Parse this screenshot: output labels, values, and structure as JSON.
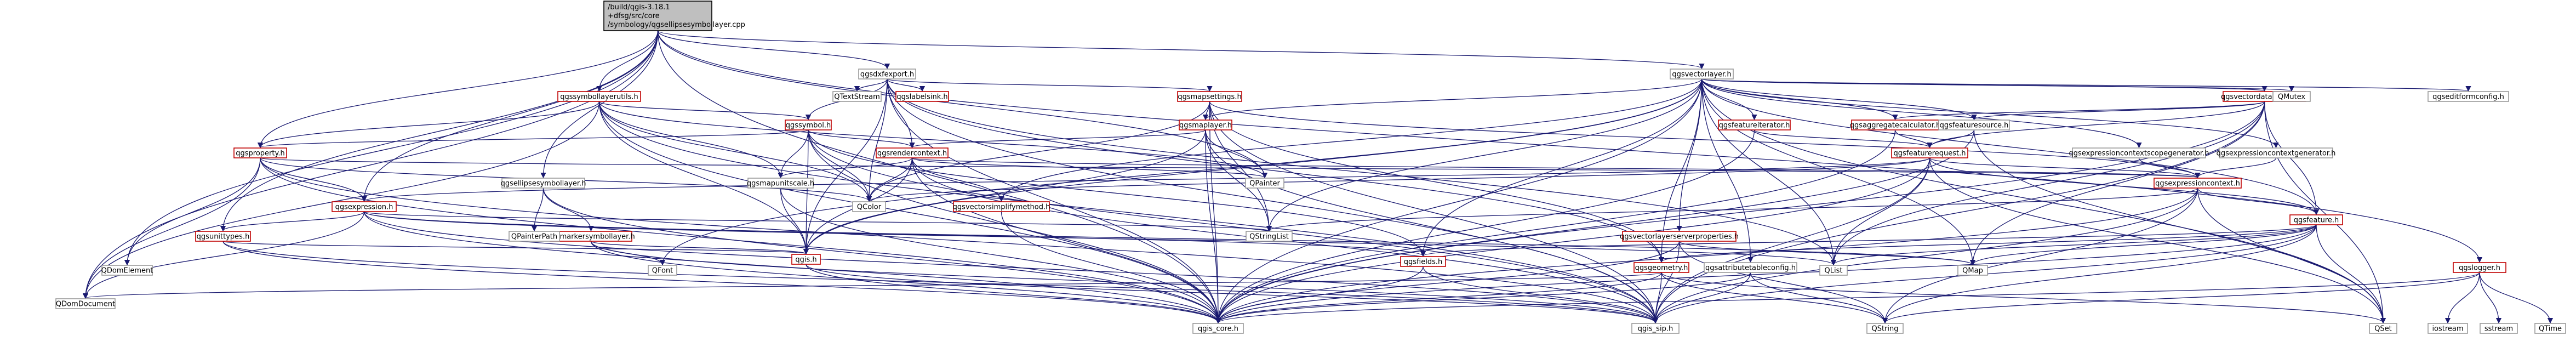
{
  "root": {
    "lines": [
      "/build/qgis-3.18.1",
      "+dfsg/src/core",
      "/symbology/qgsellipsesymbollayer.cpp"
    ]
  },
  "nodes": [
    {
      "id": "root",
      "label": "/build/qgis-3.18.1",
      "kind": "root"
    },
    {
      "id": "qgsvectorlayer",
      "label": "qgsvectorlayer.h",
      "kind": "black"
    },
    {
      "id": "qgsdxfexport",
      "label": "qgsdxfexport.h",
      "kind": "black"
    },
    {
      "id": "qgssymbollayerutils",
      "label": "qgssymbollayerutils.h",
      "kind": "red"
    },
    {
      "id": "qgsproperty",
      "label": "qgsproperty.h",
      "kind": "red"
    },
    {
      "id": "qgsunittypes",
      "label": "qgsunittypes.h",
      "kind": "red"
    },
    {
      "id": "qgsexpression",
      "label": "qgsexpression.h",
      "kind": "red"
    },
    {
      "id": "qgsellipsesymbollayer",
      "label": "qgsellipsesymbollayer.h",
      "kind": "black"
    },
    {
      "id": "qgsmarkersymbollayer",
      "label": "qgsmarkersymbollayer.h",
      "kind": "red"
    },
    {
      "id": "qgssymbol",
      "label": "qgssymbol.h",
      "kind": "red"
    },
    {
      "id": "qgsmapunitscale",
      "label": "qgsmapunitscale.h",
      "kind": "black"
    },
    {
      "id": "qgsrendercontext",
      "label": "qgsrendercontext.h",
      "kind": "red"
    },
    {
      "id": "qgsvectorsimplifymethod",
      "label": "qgsvectorsimplifymethod.h",
      "kind": "red"
    },
    {
      "id": "qgsmapsettings",
      "label": "qgsmapsettings.h",
      "kind": "red"
    },
    {
      "id": "qgsmaplayer",
      "label": "qgsmaplayer.h",
      "kind": "red"
    },
    {
      "id": "qgslabelsink",
      "label": "qgslabelsink.h",
      "kind": "red"
    },
    {
      "id": "qgsfeatureiterator",
      "label": "qgsfeatureiterator.h",
      "kind": "red"
    },
    {
      "id": "qgsaggregatecalculator",
      "label": "qgsaggregatecalculator.h",
      "kind": "red"
    },
    {
      "id": "qgsfeaturesource",
      "label": "qgsfeaturesource.h",
      "kind": "black"
    },
    {
      "id": "qgsfeaturerequest",
      "label": "qgsfeaturerequest.h",
      "kind": "red"
    },
    {
      "id": "qgsexprctxscopegen",
      "label": "qgsexpressioncontextscopegenerator.h",
      "kind": "black"
    },
    {
      "id": "qgsexprctxgen",
      "label": "qgsexpressioncontextgenerator.h",
      "kind": "black"
    },
    {
      "id": "qgsexpressioncontext",
      "label": "qgsexpressioncontext.h",
      "kind": "red"
    },
    {
      "id": "qgsvectordataprovider",
      "label": "qgsvectordataprovider.h",
      "kind": "red"
    },
    {
      "id": "qgsfeature",
      "label": "qgsfeature.h",
      "kind": "red"
    },
    {
      "id": "qgsvectorlayerserverproperties",
      "label": "qgsvectorlayerserverproperties.h",
      "kind": "red"
    },
    {
      "id": "qgsfields",
      "label": "qgsfields.h",
      "kind": "red"
    },
    {
      "id": "qgsgeometry",
      "label": "qgsgeometry.h",
      "kind": "red"
    },
    {
      "id": "qgsattributetableconfig",
      "label": "qgsattributetableconfig.h",
      "kind": "black"
    },
    {
      "id": "qgis",
      "label": "qgis.h",
      "kind": "red"
    },
    {
      "id": "qgslogger",
      "label": "qgslogger.h",
      "kind": "red"
    },
    {
      "id": "qgseditformconfig",
      "label": "qgseditformconfig.h",
      "kind": "black"
    },
    {
      "id": "QMutex",
      "label": "QMutex",
      "kind": "black"
    },
    {
      "id": "QTextStream",
      "label": "QTextStream",
      "kind": "black"
    },
    {
      "id": "QPainter",
      "label": "QPainter",
      "kind": "black"
    },
    {
      "id": "QColor",
      "label": "QColor",
      "kind": "black"
    },
    {
      "id": "QStringList",
      "label": "QStringList",
      "kind": "black"
    },
    {
      "id": "QFont",
      "label": "QFont",
      "kind": "black"
    },
    {
      "id": "QPainterPath",
      "label": "QPainterPath",
      "kind": "black"
    },
    {
      "id": "QDomElement",
      "label": "QDomElement",
      "kind": "black"
    },
    {
      "id": "QDomDocument",
      "label": "QDomDocument",
      "kind": "black"
    },
    {
      "id": "QList",
      "label": "QList",
      "kind": "black"
    },
    {
      "id": "QMap",
      "label": "QMap",
      "kind": "black"
    },
    {
      "id": "QSet",
      "label": "QSet",
      "kind": "black"
    },
    {
      "id": "QString",
      "label": "QString",
      "kind": "black"
    },
    {
      "id": "qgis_core",
      "label": "qgis_core.h",
      "kind": "black"
    },
    {
      "id": "qgis_sip",
      "label": "qgis_sip.h",
      "kind": "black"
    },
    {
      "id": "iostream",
      "label": "iostream",
      "kind": "black"
    },
    {
      "id": "sstream",
      "label": "sstream",
      "kind": "black"
    },
    {
      "id": "QTime",
      "label": "QTime",
      "kind": "black"
    }
  ],
  "edges": [
    [
      "root",
      "qgsvectorlayer"
    ],
    [
      "root",
      "qgsdxfexport"
    ],
    [
      "root",
      "qgssymbollayerutils"
    ],
    [
      "root",
      "qgsproperty"
    ],
    [
      "root",
      "qgsunittypes"
    ],
    [
      "root",
      "qgsexpression"
    ],
    [
      "root",
      "qgsellipsesymbollayer"
    ],
    [
      "root",
      "QPainter"
    ],
    [
      "root",
      "QDomDocument"
    ],
    [
      "root",
      "QDomElement"
    ],
    [
      "root",
      "qgslogger"
    ],
    [
      "root",
      "qgis_core"
    ],
    [
      "qgsvectorlayer",
      "qgis_core"
    ],
    [
      "qgsvectorlayer",
      "QMutex"
    ],
    [
      "qgsvectorlayer",
      "qgseditformconfig"
    ],
    [
      "qgsvectorlayer",
      "qgsvectordataprovider"
    ],
    [
      "qgsvectorlayer",
      "qgsmaplayer"
    ],
    [
      "qgsvectorlayer",
      "qgsfeatureiterator"
    ],
    [
      "qgsvectorlayer",
      "qgsaggregatecalculator"
    ],
    [
      "qgsvectorlayer",
      "qgsfeaturesource"
    ],
    [
      "qgsvectorlayer",
      "qgsexprctxscopegen"
    ],
    [
      "qgsvectorlayer",
      "qgsexprctxgen"
    ],
    [
      "qgsvectorlayer",
      "qgsfields"
    ],
    [
      "qgsvectorlayer",
      "qgsgeometry"
    ],
    [
      "qgsvectorlayer",
      "qgsvectorlayerserverproperties"
    ],
    [
      "qgsvectorlayer",
      "qgsattributetableconfig"
    ],
    [
      "qgsvectorlayer",
      "QList"
    ],
    [
      "qgsvectorlayer",
      "QMap"
    ],
    [
      "qgsvectorlayer",
      "QSet"
    ],
    [
      "qgsvectorlayer",
      "QStringList"
    ],
    [
      "qgsvectorlayer",
      "QFont"
    ],
    [
      "qgsvectorlayer",
      "qgsfeature"
    ],
    [
      "qgsvectorlayer",
      "qgis"
    ],
    [
      "qgsvectorlayer",
      "qgsvectorsimplifymethod"
    ],
    [
      "qgsdxfexport",
      "qgis_core"
    ],
    [
      "qgsdxfexport",
      "QTextStream"
    ],
    [
      "qgsdxfexport",
      "qgslabelsink"
    ],
    [
      "qgsdxfexport",
      "qgsmapsettings"
    ],
    [
      "qgsdxfexport",
      "qgssymbol"
    ],
    [
      "qgsdxfexport",
      "qgsgeometry"
    ],
    [
      "qgsdxfexport",
      "qgsrendercontext"
    ],
    [
      "qgsdxfexport",
      "QColor"
    ],
    [
      "qgsdxfexport",
      "QList"
    ],
    [
      "qgsdxfexport",
      "qgis_sip"
    ],
    [
      "qgsdxfexport",
      "qgis"
    ],
    [
      "qgssymbollayerutils",
      "qgis_core"
    ],
    [
      "qgssymbollayerutils",
      "qgssymbol"
    ],
    [
      "qgssymbollayerutils",
      "QColor"
    ],
    [
      "qgssymbollayerutils",
      "QPainter"
    ],
    [
      "qgssymbollayerutils",
      "qgsmapunitscale"
    ],
    [
      "qgssymbollayerutils",
      "qgis"
    ],
    [
      "qgssymbollayerutils",
      "qgis_sip"
    ],
    [
      "qgssymbollayerutils",
      "qgsproperty"
    ],
    [
      "qgssymbollayerutils",
      "QDomDocument"
    ],
    [
      "qgsproperty",
      "qgis_core"
    ],
    [
      "qgsproperty",
      "qgsexpression"
    ],
    [
      "qgsproperty",
      "QDomElement"
    ],
    [
      "qgsproperty",
      "QDomDocument"
    ],
    [
      "qgsproperty",
      "QColor"
    ],
    [
      "qgsproperty",
      "QVariant"
    ],
    [
      "qgsproperty",
      "qgsexpressioncontext"
    ],
    [
      "qgsproperty",
      "qgis_sip"
    ],
    [
      "qgsunittypes",
      "qgis_core"
    ],
    [
      "qgsunittypes",
      "qgis_sip"
    ],
    [
      "qgsunittypes",
      "qgis"
    ],
    [
      "qgsexpression",
      "qgis_core"
    ],
    [
      "qgsexpression",
      "QStringList"
    ],
    [
      "qgsexpression",
      "qgsunittypes"
    ],
    [
      "qgsexpression",
      "qgsfields"
    ],
    [
      "qgsexpression",
      "QList"
    ],
    [
      "qgsexpression",
      "QDomDocument"
    ],
    [
      "qgsexpression",
      "qgis_sip"
    ],
    [
      "qgsexpression",
      "QMap"
    ],
    [
      "qgsellipsesymbollayer",
      "qgis_core"
    ],
    [
      "qgsellipsesymbollayer",
      "qgsmarkersymbollayer"
    ],
    [
      "qgsellipsesymbollayer",
      "QPainterPath"
    ],
    [
      "qgsmarkersymbollayer",
      "qgis_core"
    ],
    [
      "qgsmarkersymbollayer",
      "QFont"
    ],
    [
      "qgsmarkersymbollayer",
      "qgis"
    ],
    [
      "qgsmarkersymbollayer",
      "qgis_sip"
    ],
    [
      "qgssymbol",
      "qgis_core"
    ],
    [
      "qgssymbol",
      "qgis"
    ],
    [
      "qgssymbol",
      "QColor"
    ],
    [
      "qgssymbol",
      "qgsmapunitscale"
    ],
    [
      "qgssymbol",
      "qgsrendercontext"
    ],
    [
      "qgssymbol",
      "qgsfields"
    ],
    [
      "qgssymbol",
      "qgis_sip"
    ],
    [
      "qgssymbol",
      "qgsproperty"
    ],
    [
      "qgsmapunitscale",
      "qgis_core"
    ],
    [
      "qgsmapunitscale",
      "qgis"
    ],
    [
      "qgsrendercontext",
      "qgis_core"
    ],
    [
      "qgsrendercontext",
      "QColor"
    ],
    [
      "qgsrendercontext",
      "QPainter"
    ],
    [
      "qgsrendercontext",
      "qgsvectorsimplifymethod"
    ],
    [
      "qgsrendercontext",
      "qgsexpressioncontext"
    ],
    [
      "qgsrendercontext",
      "qgsmapunitscale"
    ],
    [
      "qgsrendercontext",
      "qgis_sip"
    ],
    [
      "qgsrendercontext",
      "qgis"
    ],
    [
      "qgsvectorsimplifymethod",
      "qgis_core"
    ],
    [
      "qgsmapsettings",
      "qgis_core"
    ],
    [
      "qgsmapsettings",
      "QColor"
    ],
    [
      "qgsmapsettings",
      "qgsmaplayer"
    ],
    [
      "qgsmapsettings",
      "qgsgeometry"
    ],
    [
      "qgsmapsettings",
      "qgsexpressioncontext"
    ],
    [
      "qgsmapsettings",
      "qgis_sip"
    ],
    [
      "qgsmapsettings",
      "QStringList"
    ],
    [
      "qgsmaplayer",
      "qgis_core"
    ],
    [
      "qgsmaplayer",
      "QPainter"
    ],
    [
      "qgsmaplayer",
      "QStringList"
    ],
    [
      "qgsmaplayer",
      "qgis_sip"
    ],
    [
      "qgsmaplayer",
      "qgsrendercontext"
    ],
    [
      "qgsmaplayer",
      "qgis"
    ],
    [
      "qgsfeatureiterator",
      "qgsfeaturerequest"
    ],
    [
      "qgsfeatureiterator",
      "qgis_core"
    ],
    [
      "qgsaggregatecalculator",
      "qgis_core"
    ],
    [
      "qgsaggregatecalculator",
      "qgsfeaturerequest"
    ],
    [
      "qgsfeaturesource",
      "qgis_core"
    ],
    [
      "qgsfeaturesource",
      "qgsfeaturerequest"
    ],
    [
      "qgsfeaturesource",
      "QSet"
    ],
    [
      "qgsfeaturerequest",
      "qgis_core"
    ],
    [
      "qgsfeaturerequest",
      "qgsexpression"
    ],
    [
      "qgsfeaturerequest",
      "qgsexpressioncontext"
    ],
    [
      "qgsfeaturerequest",
      "QList"
    ],
    [
      "qgsfeaturerequest",
      "qgis_sip"
    ],
    [
      "qgsfeaturerequest",
      "qgsfeature"
    ],
    [
      "qgsfeaturerequest",
      "QColor"
    ],
    [
      "qgsfeaturerequest",
      "QSet"
    ],
    [
      "qgsexprctxscopegen",
      "qgsexpressioncontext"
    ],
    [
      "qgsexprctxgen",
      "qgsexpressioncontext"
    ],
    [
      "qgsexpressioncontext",
      "qgis_core"
    ],
    [
      "qgsexpressioncontext",
      "QStringList"
    ],
    [
      "qgsexpressioncontext",
      "qgsfeature"
    ],
    [
      "qgsexpressioncontext",
      "QSet"
    ],
    [
      "qgsexpressioncontext",
      "qgis_sip"
    ],
    [
      "qgsexpressioncontext",
      "QString"
    ],
    [
      "qgsvectordataprovider",
      "qgis_core"
    ],
    [
      "qgsvectordataprovider",
      "qgsfeature"
    ],
    [
      "qgsvectordataprovider",
      "QSet"
    ],
    [
      "qgsvectordataprovider",
      "qgsfeaturesource"
    ],
    [
      "qgsvectordataprovider",
      "qgsfeaturerequest"
    ],
    [
      "qgsvectordataprovider",
      "QMap"
    ],
    [
      "qgsvectordataprovider",
      "QList"
    ],
    [
      "qgsvectordataprovider",
      "qgis_sip"
    ],
    [
      "qgsvectordataprovider",
      "qgsaggregatecalculator"
    ],
    [
      "qgsfeature",
      "qgis_core"
    ],
    [
      "qgsfeature",
      "QMap"
    ],
    [
      "qgsfeature",
      "QString"
    ],
    [
      "qgsfeature",
      "QList"
    ],
    [
      "qgsfeature",
      "qgsfields"
    ],
    [
      "qgsfeature",
      "QSet"
    ],
    [
      "qgsfeature",
      "qgis_sip"
    ],
    [
      "qgsfeature",
      "qgsgeometry"
    ],
    [
      "qgsvectorlayerserverproperties",
      "qgis_core"
    ],
    [
      "qgsvectorlayerserverproperties",
      "QString"
    ],
    [
      "qgsvectorlayerserverproperties",
      "QMap"
    ],
    [
      "qgsvectorlayerserverproperties",
      "qgis_sip"
    ],
    [
      "qgsfields",
      "qgis_core"
    ],
    [
      "qgsfields",
      "qgis_sip"
    ],
    [
      "qgsgeometry",
      "qgis_core"
    ],
    [
      "qgsgeometry",
      "QString"
    ],
    [
      "qgsgeometry",
      "QDomDocument"
    ],
    [
      "qgsgeometry",
      "qgis_sip"
    ],
    [
      "qgsgeometry",
      "QSet"
    ],
    [
      "qgsattributetableconfig",
      "qgis_core"
    ],
    [
      "qgsattributetableconfig",
      "QString"
    ],
    [
      "qgsattributetableconfig",
      "qgis_sip"
    ],
    [
      "qgis",
      "qgis_core"
    ],
    [
      "qgis",
      "qgis_sip"
    ],
    [
      "qgslogger",
      "iostream"
    ],
    [
      "qgslogger",
      "sstream"
    ],
    [
      "qgslogger",
      "QString"
    ],
    [
      "qgslogger",
      "QTime"
    ],
    [
      "qgslogger",
      "qgis_core"
    ]
  ]
}
